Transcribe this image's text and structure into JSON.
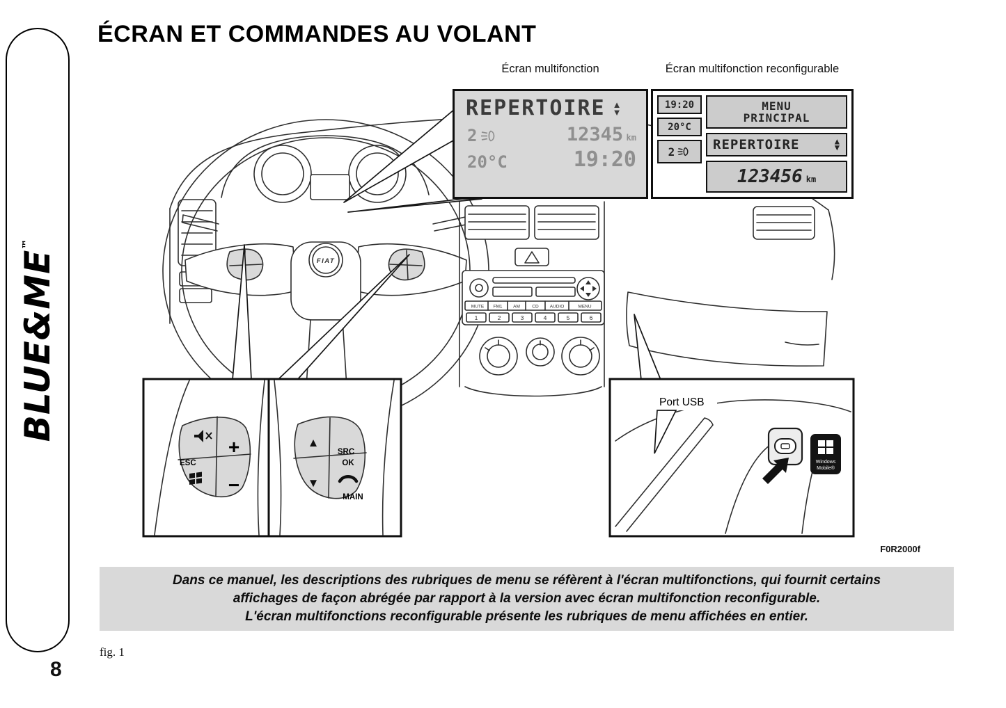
{
  "page": {
    "brand": "BLUE&ME",
    "brand_tm": "™",
    "number": "8",
    "title": "ÉCRAN ET COMMANDES AU VOLANT",
    "fig_label": "fig. 1",
    "fig_code": "F0R2000f"
  },
  "callout_labels": {
    "display1": "Écran multifonction",
    "display2": "Écran multifonction reconfigurable",
    "usb": "Port USB"
  },
  "display1": {
    "menu_item": "REPERTOIRE",
    "up_arrow": "▲",
    "down_arrow": "▼",
    "gear": "2",
    "odometer": "12345",
    "odometer_unit": "km",
    "temperature": "20°C",
    "time": "19:20"
  },
  "display2": {
    "time": "19:20",
    "temperature": "20°C",
    "gear": "2",
    "menu_title_line1": "MENU",
    "menu_title_line2": "PRINCIPAL",
    "menu_item": "REPERTOIRE",
    "up_arrow": "▲",
    "down_arrow": "▼",
    "odometer": "123456",
    "odometer_unit": "km"
  },
  "steering_controls": {
    "left_pad": {
      "esc": "ESC",
      "plus": "+",
      "minus": "−"
    },
    "right_pad": {
      "up": "▲",
      "down": "▼",
      "src": "SRC",
      "ok": "OK",
      "main": "MAIN"
    }
  },
  "radio": {
    "labels": [
      "MUTE",
      "FM1",
      "AM",
      "CD",
      "AUDIO",
      "MENU"
    ],
    "numbers": [
      "1",
      "2",
      "3",
      "4",
      "5",
      "6"
    ]
  },
  "fiat_logo": "FIAT",
  "usb_callout": {
    "badge_line1": "Windows",
    "badge_line2": "Mobile®"
  },
  "note": {
    "line1": "Dans ce manuel, les descriptions des rubriques de menu se réfèrent à l'écran multifonctions, qui fournit certains",
    "line2": "affichages de façon abrégée par rapport à la version avec écran multifonction reconfigurable.",
    "line3": "L'écran multifonctions reconfigurable présente les rubriques de menu affichées en entier."
  }
}
